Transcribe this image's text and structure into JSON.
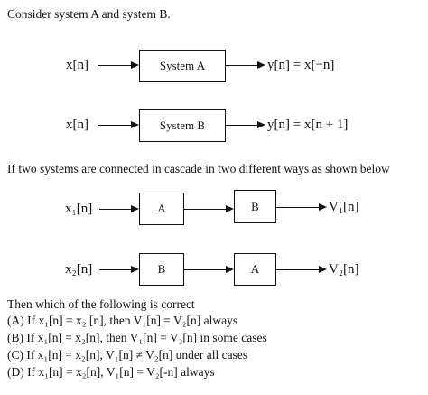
{
  "intro": "Consider system A and system B.",
  "systemA": {
    "input": "x[n]",
    "label": "System A",
    "output": "y[n] = x[−n]"
  },
  "systemB": {
    "input": "x[n]",
    "label": "System B",
    "output": "y[n] = x[n + 1]"
  },
  "cascadeText": "If two systems are connected in cascade in two different ways as shown below",
  "cascade1": {
    "input": "x₁[n]",
    "box1": "A",
    "box2": "B",
    "output": "V₁[n]"
  },
  "cascade2": {
    "input": "x₂[n]",
    "box1": "B",
    "box2": "A",
    "output": "V₂[n]"
  },
  "question": "Then which of the following is correct",
  "options": [
    "(A) If x₁[n] = x₂ [n], then V₁[n] = V₂[n] always",
    "(B) If x₁[n] = x₂[n], then V₁[n] = V₂[n] in some cases",
    "(C) If x₁[n] = x₂[n], V₁[n] ≠ V₂[n] under all cases",
    "(D) If x₁[n] = x₂[n], V₁[n] = V₂[-n] always"
  ]
}
